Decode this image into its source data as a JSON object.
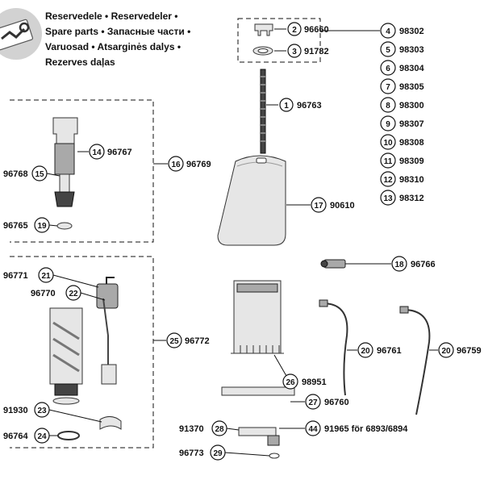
{
  "header": {
    "lines": [
      "Reservedele • Reservedeler •",
      "Spare parts • Запасные части •",
      "Varuosad • Atsarginės dalys •",
      "Rezerves daļas"
    ]
  },
  "callouts": [
    {
      "id": "c2",
      "num": "2",
      "code": "96660"
    },
    {
      "id": "c3",
      "num": "3",
      "code": "91782"
    },
    {
      "id": "c1",
      "num": "1",
      "code": "96763"
    },
    {
      "id": "c17",
      "num": "17",
      "code": "90610"
    },
    {
      "id": "c18",
      "num": "18",
      "code": "96766"
    },
    {
      "id": "c20a",
      "num": "20",
      "code": "96761"
    },
    {
      "id": "c20b",
      "num": "20",
      "code": "96759"
    },
    {
      "id": "c26",
      "num": "26",
      "code": "98951"
    },
    {
      "id": "c27",
      "num": "27",
      "code": "96760"
    },
    {
      "id": "c44",
      "num": "44",
      "code": "91965 för 6893/6894"
    },
    {
      "id": "c14",
      "num": "14",
      "code": "96767"
    },
    {
      "id": "c16",
      "num": "16",
      "code": "96769"
    },
    {
      "id": "c25",
      "num": "25",
      "code": "96772"
    }
  ],
  "left_callouts": [
    {
      "id": "c15",
      "num": "15",
      "code": "96768"
    },
    {
      "id": "c19",
      "num": "19",
      "code": "96765"
    },
    {
      "id": "c21",
      "num": "21",
      "code": "96771"
    },
    {
      "id": "c22",
      "num": "22",
      "code": "96770"
    },
    {
      "id": "c23",
      "num": "23",
      "code": "91930"
    },
    {
      "id": "c24",
      "num": "24",
      "code": "96764"
    },
    {
      "id": "c28",
      "num": "28",
      "code": "91370"
    },
    {
      "id": "c29",
      "num": "29",
      "code": "96773"
    }
  ],
  "right_list": [
    {
      "num": "4",
      "code": "98302"
    },
    {
      "num": "5",
      "code": "98303"
    },
    {
      "num": "6",
      "code": "98304"
    },
    {
      "num": "7",
      "code": "98305"
    },
    {
      "num": "8",
      "code": "98300"
    },
    {
      "num": "9",
      "code": "98307"
    },
    {
      "num": "10",
      "code": "98308"
    },
    {
      "num": "11",
      "code": "98309"
    },
    {
      "num": "12",
      "code": "98310"
    },
    {
      "num": "13",
      "code": "98312"
    }
  ],
  "icon": "tools-wrench-icon"
}
